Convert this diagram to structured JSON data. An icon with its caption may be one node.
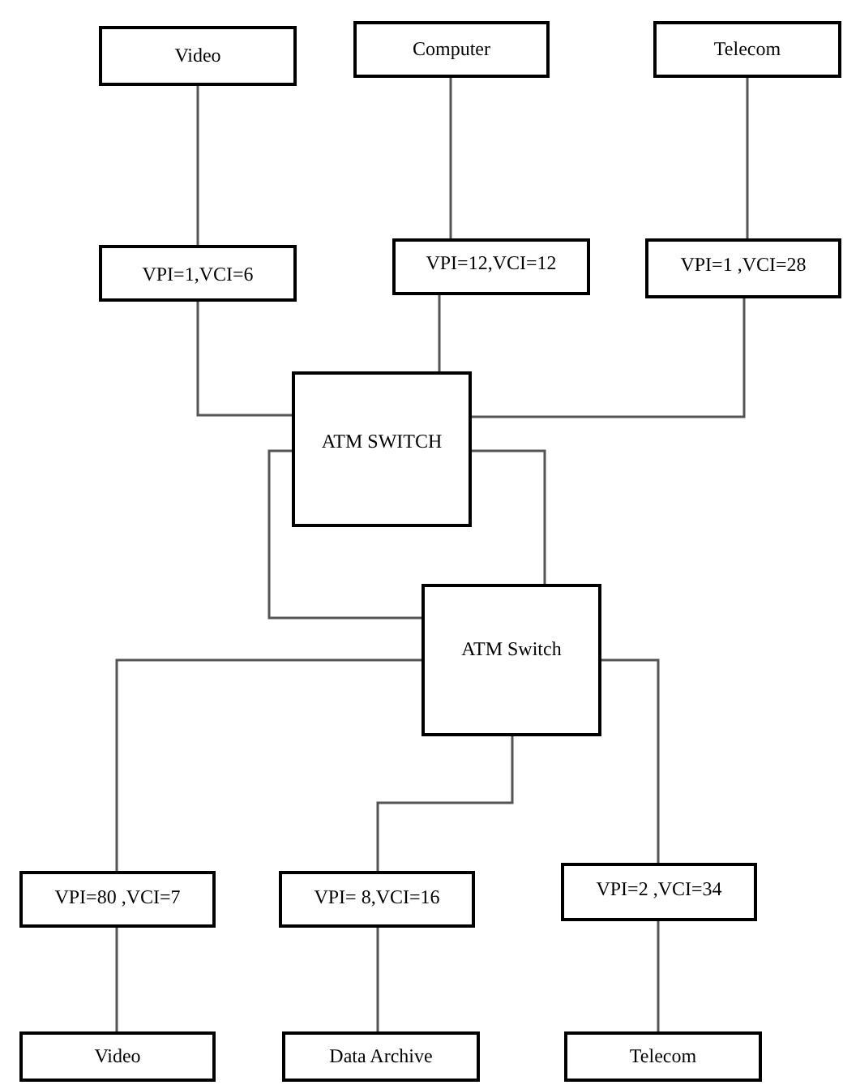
{
  "diagram": {
    "nodes": [
      {
        "text": [
          "Video"
        ]
      },
      {
        "text": [
          "Computer"
        ]
      },
      {
        "text": [
          "Telecom"
        ]
      },
      {
        "text": [
          "VPI=1,VCI=6"
        ]
      },
      {
        "text": [
          "VPI=12,VCI=12"
        ]
      },
      {
        "text": [
          "VPI=1 ,VCI=28"
        ]
      },
      {
        "text": [
          "ATM SWITCH"
        ]
      },
      {
        "text": [
          "ATM Switch"
        ]
      },
      {
        "text": [
          "VPI=80 ,VCI=7"
        ]
      },
      {
        "text": [
          "VPI= 8,VCI=16"
        ]
      },
      {
        "text": [
          "VPI=2 ,VCI=34"
        ]
      },
      {
        "text": [
          "Video"
        ]
      },
      {
        "text": [
          "Data Archive"
        ]
      },
      {
        "text": [
          "Telecom"
        ]
      }
    ],
    "edges": [
      {
        "from": 0,
        "to": 3,
        "arrow": "none"
      },
      {
        "from": 1,
        "to": 4,
        "arrow": "none"
      },
      {
        "from": 2,
        "to": 5,
        "arrow": "none"
      },
      {
        "from": 3,
        "to": 6,
        "arrow": "none"
      },
      {
        "from": 4,
        "to": 6,
        "arrow": "none"
      },
      {
        "from": 5,
        "to": 6,
        "arrow": "none"
      },
      {
        "from": 6,
        "to": 7,
        "arrow": "none"
      },
      {
        "from": 6,
        "to": 7,
        "arrow": "none"
      },
      {
        "from": 7,
        "to": 8,
        "arrow": "none"
      },
      {
        "from": 7,
        "to": 9,
        "arrow": "none"
      },
      {
        "from": 7,
        "to": 10,
        "arrow": "none"
      },
      {
        "from": 8,
        "to": 11,
        "arrow": "none"
      },
      {
        "from": 9,
        "to": 12,
        "arrow": "none"
      },
      {
        "from": 10,
        "to": 13,
        "arrow": "none"
      }
    ]
  }
}
